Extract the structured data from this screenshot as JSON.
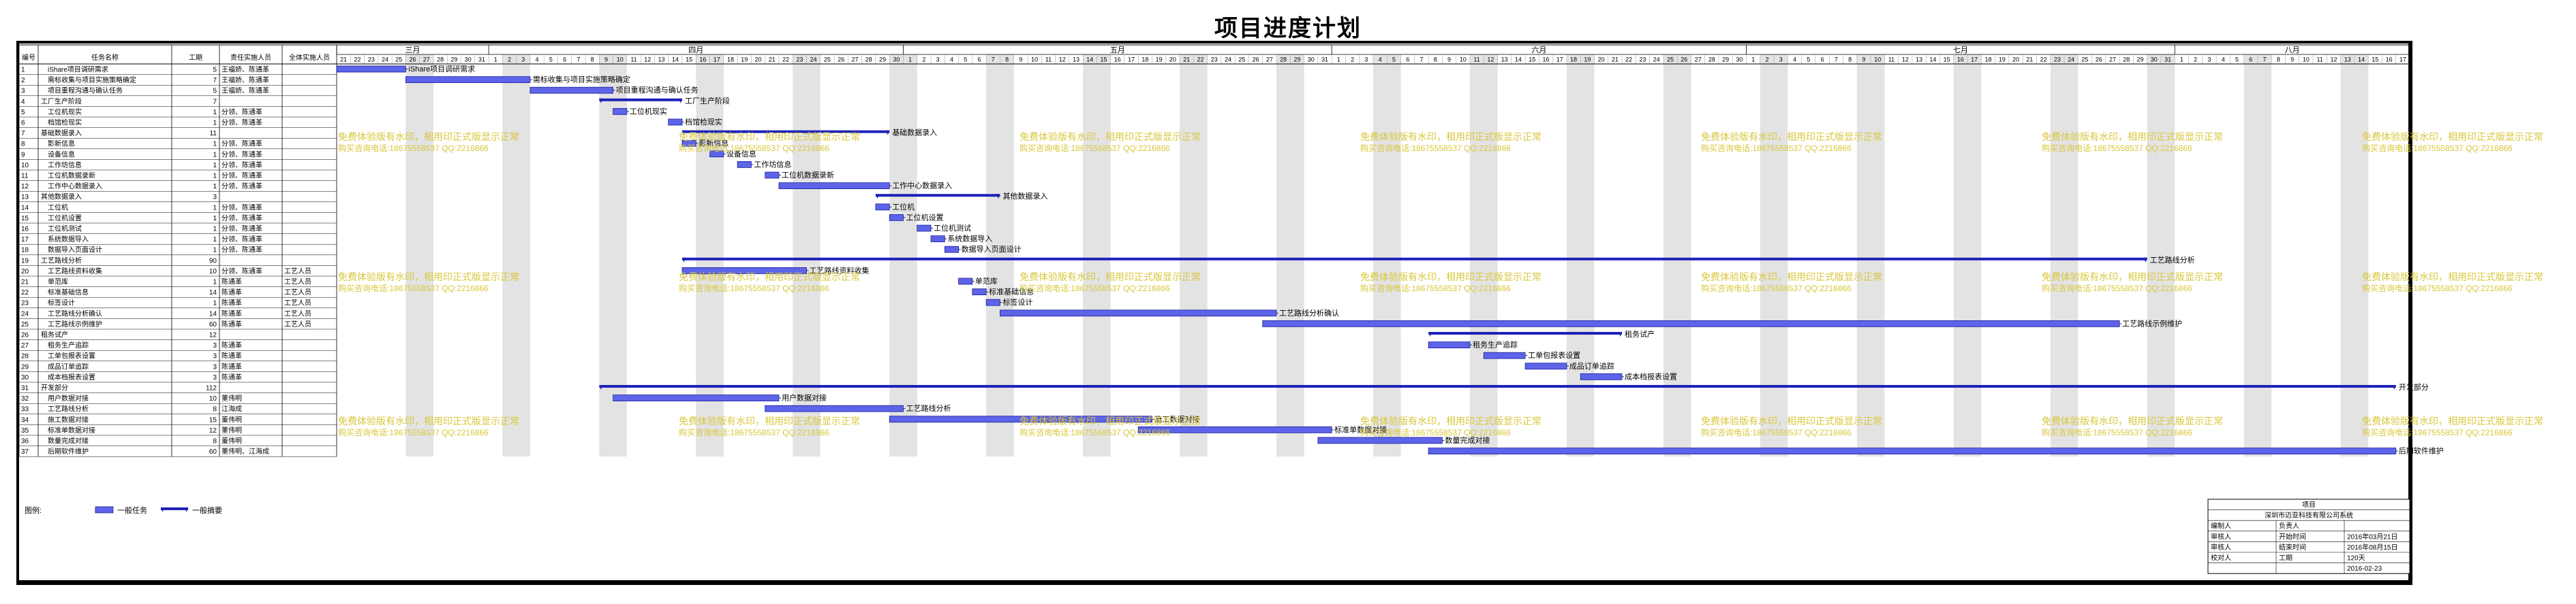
{
  "page_title": "项目进度计划",
  "table_headers": [
    "编号",
    "任务名称",
    "工期",
    "责任实施人员",
    "全体实施人员"
  ],
  "months": [
    {
      "label": "三月",
      "start": "2016-03-21"
    },
    {
      "label": "四月",
      "start": "2016-04-01"
    },
    {
      "label": "五月",
      "start": "2016-05-01"
    },
    {
      "label": "六月",
      "start": "2016-06-01"
    },
    {
      "label": "七月",
      "start": "2016-07-01"
    },
    {
      "label": "八月",
      "start": "2016-08-01"
    }
  ],
  "timeline": {
    "start": "2016-03-21",
    "end": "2016-08-17"
  },
  "chart_data": {
    "type": "gantt",
    "title": "项目进度计划",
    "x_range": [
      "2016-03-21",
      "2016-08-17"
    ],
    "tasks": [
      {
        "id": "1",
        "name": "iShare项目调研需求",
        "duration": "5",
        "owner": "王福娇、陈通革",
        "team": "",
        "start": "2016-03-21",
        "end": "2016-03-25",
        "kind": "task",
        "label": "iShare项目调研需求"
      },
      {
        "id": "2",
        "name": "需标收集与项目实施策略确定",
        "duration": "7",
        "owner": "王福娇、陈通革",
        "team": "",
        "start": "2016-03-26",
        "end": "2016-04-03",
        "kind": "task",
        "label": "需标收集与项目实施策略确定"
      },
      {
        "id": "3",
        "name": "项目重程沟通与确认任务",
        "duration": "5",
        "owner": "王福娇、陈通革",
        "team": "",
        "start": "2016-04-04",
        "end": "2016-04-09",
        "kind": "task",
        "label": "项目重程沟通与确认任务"
      },
      {
        "id": "4",
        "name": "工厂生产阶段",
        "duration": "7",
        "owner": "",
        "team": "",
        "start": "2016-04-09",
        "end": "2016-04-14",
        "kind": "summary",
        "label": "工厂生产阶段"
      },
      {
        "id": "5",
        "name": "工位机现实",
        "duration": "1",
        "owner": "分领、陈通革",
        "team": "",
        "start": "2016-04-10",
        "end": "2016-04-10",
        "kind": "task",
        "label": "工位机现实"
      },
      {
        "id": "6",
        "name": "档馆检现实",
        "duration": "1",
        "owner": "分领、陈通革",
        "team": "",
        "start": "2016-04-14",
        "end": "2016-04-14",
        "kind": "task",
        "label": "档馆检现实"
      },
      {
        "id": "7",
        "name": "基础数据录入",
        "duration": "11",
        "owner": "",
        "team": "",
        "start": "2016-04-15",
        "end": "2016-04-29",
        "kind": "summary",
        "label": "基础数据录入"
      },
      {
        "id": "8",
        "name": "影新信息",
        "duration": "1",
        "owner": "分领、陈通革",
        "team": "",
        "start": "2016-04-15",
        "end": "2016-04-15",
        "kind": "task",
        "label": "影新信息"
      },
      {
        "id": "9",
        "name": "设备信息",
        "duration": "1",
        "owner": "分领、陈通革",
        "team": "",
        "start": "2016-04-17",
        "end": "2016-04-17",
        "kind": "task",
        "label": "设备信息"
      },
      {
        "id": "10",
        "name": "工作坊信息",
        "duration": "1",
        "owner": "分领、陈通革",
        "team": "",
        "start": "2016-04-19",
        "end": "2016-04-19",
        "kind": "task",
        "label": "工作坊信息"
      },
      {
        "id": "11",
        "name": "工位机数据录新",
        "duration": "1",
        "owner": "分领、陈通革",
        "team": "",
        "start": "2016-04-21",
        "end": "2016-04-21",
        "kind": "task",
        "label": "工位机数据录新"
      },
      {
        "id": "12",
        "name": "工作中心数据录入",
        "duration": "1",
        "owner": "分领、陈通革",
        "team": "",
        "start": "2016-04-22",
        "end": "2016-04-29",
        "kind": "task",
        "label": "工作中心数据录入"
      },
      {
        "id": "13",
        "name": "其他数据录入",
        "duration": "3",
        "owner": "",
        "team": "",
        "start": "2016-04-29",
        "end": "2016-05-07",
        "kind": "summary",
        "label": "其他数据录入"
      },
      {
        "id": "14",
        "name": "工位机",
        "duration": "1",
        "owner": "分领、陈通革",
        "team": "",
        "start": "2016-04-29",
        "end": "2016-04-29",
        "kind": "task",
        "label": "工位机"
      },
      {
        "id": "15",
        "name": "工位机设置",
        "duration": "1",
        "owner": "分领、陈通革",
        "team": "",
        "start": "2016-04-30",
        "end": "2016-04-30",
        "kind": "task",
        "label": "工位机设置"
      },
      {
        "id": "16",
        "name": "工位机测试",
        "duration": "1",
        "owner": "分领、陈通革",
        "team": "",
        "start": "2016-05-02",
        "end": "2016-05-02",
        "kind": "task",
        "label": "工位机测试"
      },
      {
        "id": "17",
        "name": "系统数据导入",
        "duration": "1",
        "owner": "分领、陈通革",
        "team": "",
        "start": "2016-05-03",
        "end": "2016-05-03",
        "kind": "task",
        "label": "系统数据导入"
      },
      {
        "id": "18",
        "name": "数据导入页面设计",
        "duration": "1",
        "owner": "分领、陈通革",
        "team": "",
        "start": "2016-05-04",
        "end": "2016-05-04",
        "kind": "task",
        "label": "数据导入页面设计"
      },
      {
        "id": "19",
        "name": "工艺路线分析",
        "duration": "90",
        "owner": "",
        "team": "",
        "start": "2016-04-15",
        "end": "2016-07-29",
        "kind": "summary",
        "label": "工艺路线分析"
      },
      {
        "id": "20",
        "name": "工艺路线资料收集",
        "duration": "10",
        "owner": "分领、陈通革",
        "team": "工艺人员",
        "start": "2016-04-15",
        "end": "2016-04-23",
        "kind": "task",
        "label": "工艺路线资料收集"
      },
      {
        "id": "21",
        "name": "单范库",
        "duration": "1",
        "owner": "陈通革",
        "team": "工艺人员",
        "start": "2016-05-05",
        "end": "2016-05-05",
        "kind": "task",
        "label": "单范库"
      },
      {
        "id": "22",
        "name": "标准基础信息",
        "duration": "14",
        "owner": "陈通革",
        "team": "工艺人员",
        "start": "2016-05-06",
        "end": "2016-05-06",
        "kind": "task",
        "label": "标准基础信息"
      },
      {
        "id": "23",
        "name": "标签设计",
        "duration": "1",
        "owner": "陈通革",
        "team": "工艺人员",
        "start": "2016-05-07",
        "end": "2016-05-07",
        "kind": "task",
        "label": "标签设计"
      },
      {
        "id": "24",
        "name": "工艺路线分析确认",
        "duration": "14",
        "owner": "陈通革",
        "team": "工艺人员",
        "start": "2016-05-08",
        "end": "2016-05-27",
        "kind": "task",
        "label": "工艺路线分析确认"
      },
      {
        "id": "25",
        "name": "工艺路线示例维护",
        "duration": "60",
        "owner": "陈通革",
        "team": "工艺人员",
        "start": "2016-05-27",
        "end": "2016-07-27",
        "kind": "task",
        "label": "工艺路线示例维护"
      },
      {
        "id": "26",
        "name": "租务试产",
        "duration": "12",
        "owner": "",
        "team": "",
        "start": "2016-06-08",
        "end": "2016-06-21",
        "kind": "summary",
        "label": "租务试产"
      },
      {
        "id": "27",
        "name": "租务生产追踪",
        "duration": "3",
        "owner": "陈通革",
        "team": "",
        "start": "2016-06-08",
        "end": "2016-06-10",
        "kind": "task",
        "label": "租务生产追踪"
      },
      {
        "id": "28",
        "name": "工单包报表设置",
        "duration": "3",
        "owner": "陈通革",
        "team": "",
        "start": "2016-06-12",
        "end": "2016-06-14",
        "kind": "task",
        "label": "工单包报表设置"
      },
      {
        "id": "29",
        "name": "成品订单追踪",
        "duration": "3",
        "owner": "陈通革",
        "team": "",
        "start": "2016-06-15",
        "end": "2016-06-17",
        "kind": "task",
        "label": "成品订单追踪"
      },
      {
        "id": "30",
        "name": "成本档报表设置",
        "duration": "3",
        "owner": "陈通革",
        "team": "",
        "start": "2016-06-19",
        "end": "2016-06-21",
        "kind": "task",
        "label": "成本档报表设置"
      },
      {
        "id": "31",
        "name": "开发部分",
        "duration": "112",
        "owner": "",
        "team": "",
        "start": "2016-04-09",
        "end": "2016-08-16",
        "kind": "summary",
        "label": "开发部分"
      },
      {
        "id": "32",
        "name": "用户数据对接",
        "duration": "10",
        "owner": "董伟明",
        "team": "",
        "start": "2016-04-10",
        "end": "2016-04-21",
        "kind": "task",
        "label": "用户数据对接"
      },
      {
        "id": "33",
        "name": "工艺路线分析",
        "duration": "8",
        "owner": "江海成",
        "team": "",
        "start": "2016-04-21",
        "end": "2016-04-30",
        "kind": "task",
        "label": "工艺路线分析"
      },
      {
        "id": "34",
        "name": "施工数据对接",
        "duration": "15",
        "owner": "董伟明",
        "team": "",
        "start": "2016-04-30",
        "end": "2016-05-18",
        "kind": "task",
        "label": "施工数据对接"
      },
      {
        "id": "35",
        "name": "标准单数据对接",
        "duration": "12",
        "owner": "董伟明",
        "team": "",
        "start": "2016-05-18",
        "end": "2016-05-31",
        "kind": "task",
        "label": "标准单数据对接"
      },
      {
        "id": "36",
        "name": "数量完成对接",
        "duration": "8",
        "owner": "董伟明",
        "team": "",
        "start": "2016-05-31",
        "end": "2016-06-08",
        "kind": "task",
        "label": "数量完成对接"
      },
      {
        "id": "37",
        "name": "后期软件维护",
        "duration": "60",
        "owner": "董伟明、江海成",
        "team": "",
        "start": "2016-06-08",
        "end": "2016-08-16",
        "kind": "task",
        "label": "后期软件维护"
      }
    ]
  },
  "legend": {
    "label": "图例:",
    "task": "一般任务",
    "summary": "一般摘要"
  },
  "watermark": {
    "line1": "免费体验版有水印，相用印正式版显示正常",
    "line2": "购买咨询电话:18675558537 QQ:2216866"
  },
  "info_box": {
    "header": "项目",
    "project": "深圳市迈亚科技有限公司系统",
    "rows": [
      [
        "编制人",
        "负责人",
        ""
      ],
      [
        "审核人",
        "开始时间",
        "2016年03月21日"
      ],
      [
        "审核人",
        "结束时间",
        "2016年08月15日"
      ],
      [
        "校对人",
        "工期",
        "120天"
      ],
      [
        "",
        "",
        "2016-02-23"
      ]
    ]
  },
  "colors": {
    "bar": "#5d64e8",
    "bar_edge": "#1b1f9e",
    "summary": "#1e22b8",
    "weekend": "#e3e3e3",
    "watermark": "#d8c73a"
  }
}
